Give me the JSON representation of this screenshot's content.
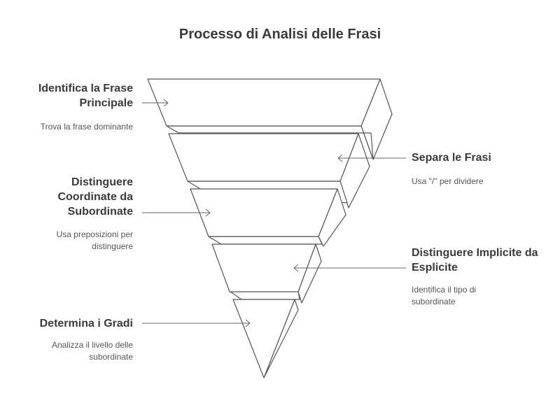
{
  "title": "Processo di Analisi delle Frasi",
  "steps": [
    {
      "heading": "Identifica la Frase Principale",
      "description": "Trova la frase dominante",
      "side": "left"
    },
    {
      "heading": "Separa le Frasi",
      "description": "Usa \"/\" per dividere",
      "side": "right"
    },
    {
      "heading": "Distinguere Coordinate da Subordinate",
      "description": "Usa preposizioni per distinguere",
      "side": "left"
    },
    {
      "heading": "Distinguere Implicite da Esplicite",
      "description": "Identifica il tipo di subordinate",
      "side": "right"
    },
    {
      "heading": "Determina i Gradi",
      "description": "Analizza il livello delle subordinate",
      "side": "left"
    }
  ],
  "colors": {
    "stroke": "#555555",
    "fill": "#ffffff",
    "text": "#3a3a3a"
  }
}
